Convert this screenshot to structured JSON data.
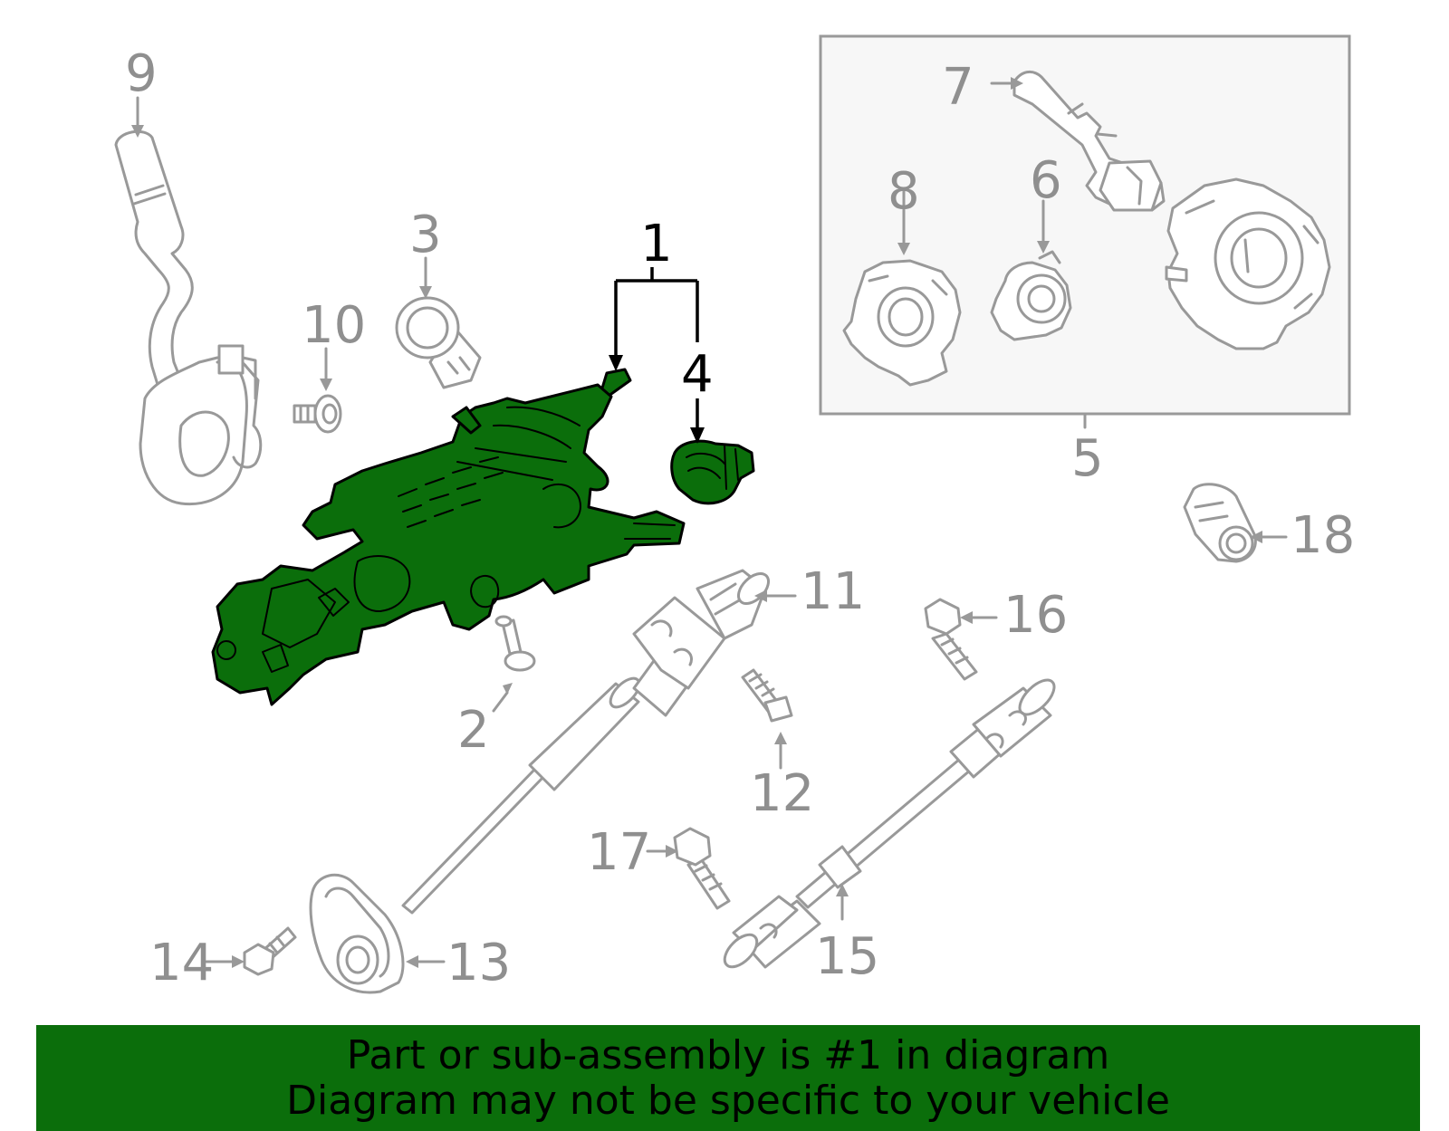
{
  "callouts": {
    "c1": "1",
    "c2": "2",
    "c3": "3",
    "c4": "4",
    "c5": "5",
    "c6": "6",
    "c7": "7",
    "c8": "8",
    "c9": "9",
    "c10": "10",
    "c11": "11",
    "c12": "12",
    "c13": "13",
    "c14": "14",
    "c15": "15",
    "c16": "16",
    "c17": "17",
    "c18": "18"
  },
  "highlighted_part": "1",
  "colors": {
    "highlight_green": "#0b6e0b",
    "banner_green": "#0b6e0b",
    "outline_grey": "#999999",
    "label_grey": "#8f8f8f",
    "box_fill": "#f7f7f7",
    "text_black": "#000000"
  },
  "banner": {
    "line1": "Part or sub-assembly is #1 in diagram",
    "line2": "Diagram may not be specific to your vehicle"
  }
}
